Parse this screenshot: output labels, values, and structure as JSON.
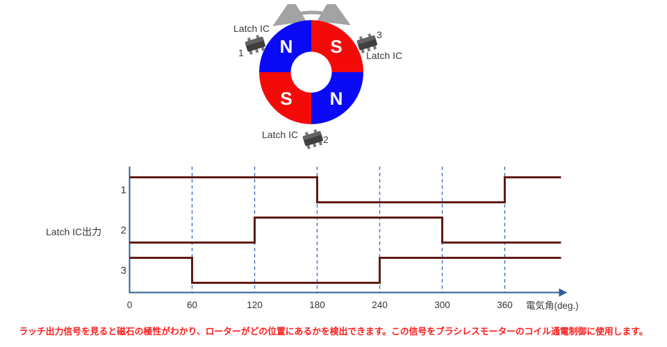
{
  "rotor": {
    "rotation_arrow_icon": "curved-double-headed-arrow",
    "magnet_labels": {
      "top_left": "N",
      "top_right": "S",
      "bottom_left": "S",
      "bottom_right": "N"
    },
    "pole_colors": {
      "north": "#0a0af5",
      "south": "#f50a0a"
    },
    "latch_ics": [
      {
        "number": "1",
        "label": "Latch IC"
      },
      {
        "number": "2",
        "label": "Latch IC"
      },
      {
        "number": "3",
        "label": "Latch IC"
      }
    ]
  },
  "chart_data": {
    "type": "line",
    "subtype": "digital-timing-diagram",
    "title": "",
    "ylabel": "Latch IC出力",
    "xlabel": "電気角(deg.)",
    "x_ticks": [
      0,
      60,
      120,
      180,
      240,
      300,
      360
    ],
    "x_range_deg": [
      0,
      414
    ],
    "gridlines_deg": [
      60,
      120,
      180,
      240,
      300,
      360
    ],
    "grid_style": "dashed",
    "legend_position": "none",
    "series": [
      {
        "name": "1",
        "initial_level": 1,
        "toggles_deg": [
          180,
          360
        ]
      },
      {
        "name": "2",
        "initial_level": 0,
        "toggles_deg": [
          120,
          300
        ]
      },
      {
        "name": "3",
        "initial_level": 1,
        "toggles_deg": [
          60,
          240
        ]
      }
    ],
    "colors": {
      "signal": "#5e1b14",
      "axis": "#2f5e96",
      "grid": "#4472c4",
      "tick_text": "#333333",
      "row_label_text": "#3a3a3a"
    }
  },
  "caption": {
    "text": "ラッチ出力信号を見ると磁石の極性がわかり、ローターがどの位置にあるかを検出できます。この信号をブラシレスモーターのコイル通電制御に使用します。",
    "color": "#ff1a1a"
  }
}
